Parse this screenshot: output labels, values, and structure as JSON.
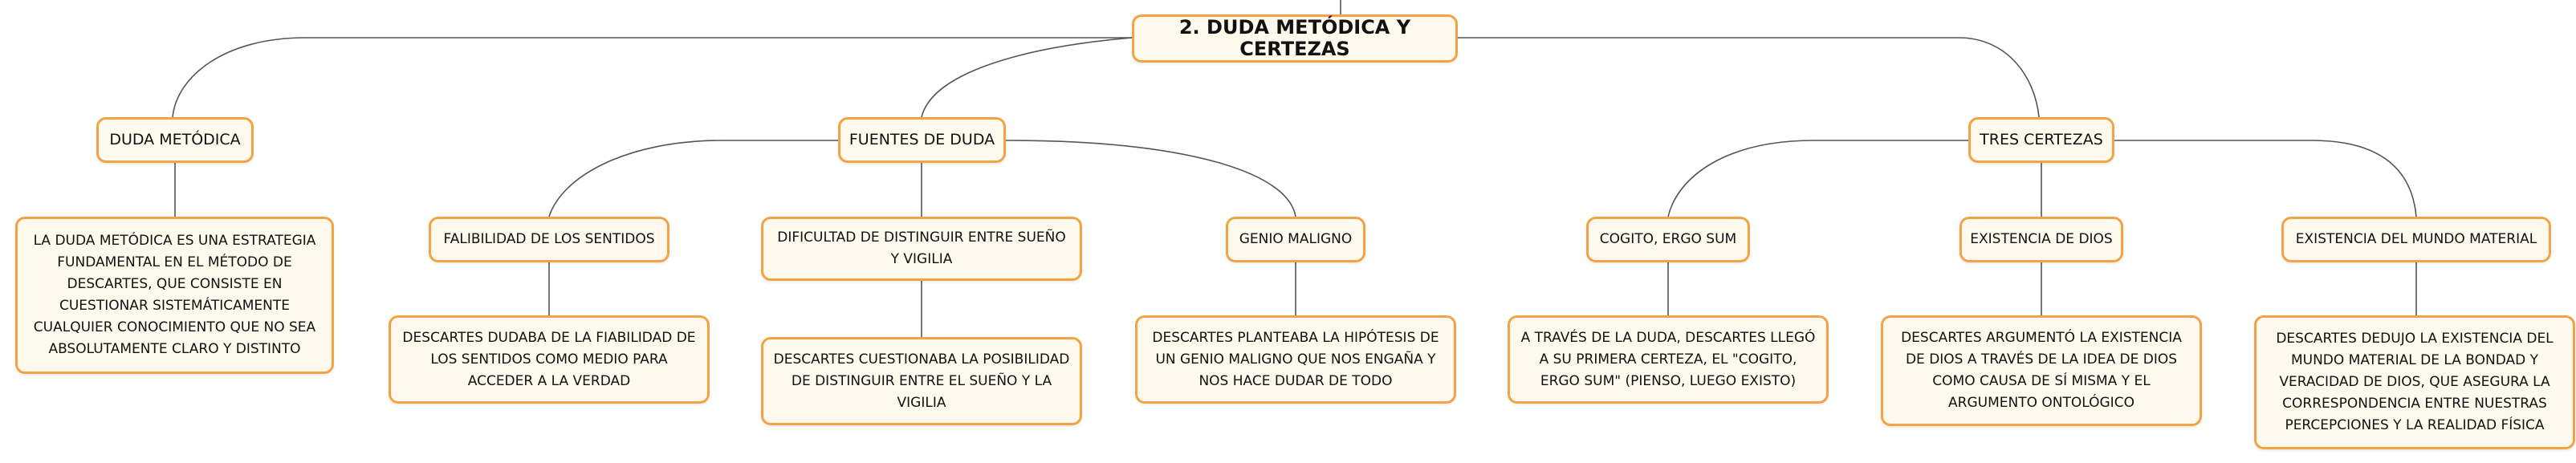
{
  "diagram": {
    "root": "2. DUDA METÓDICA Y CERTEZAS",
    "duda": {
      "title": "DUDA METÓDICA",
      "desc": "LA DUDA METÓDICA ES UNA ESTRATEGIA FUNDAMENTAL EN EL MÉTODO DE DESCARTES, QUE CONSISTE EN CUESTIONAR SISTEMÁTICAMENTE CUALQUIER CONOCIMIENTO QUE NO SEA ABSOLUTAMENTE CLARO Y DISTINTO"
    },
    "fuentes": {
      "title": "FUENTES DE DUDA",
      "items": [
        {
          "title": "FALIBILIDAD DE LOS SENTIDOS",
          "desc": "DESCARTES DUDABA DE LA FIABILIDAD DE LOS SENTIDOS COMO MEDIO PARA ACCEDER A LA VERDAD"
        },
        {
          "title": "DIFICULTAD DE DISTINGUIR ENTRE SUEÑO Y VIGILIA",
          "desc": "DESCARTES CUESTIONABA LA POSIBILIDAD DE DISTINGUIR ENTRE EL SUEÑO Y LA VIGILIA"
        },
        {
          "title": "GENIO MALIGNO",
          "desc": "DESCARTES PLANTEABA LA HIPÓTESIS DE UN GENIO MALIGNO QUE NOS ENGAÑA Y NOS HACE DUDAR DE TODO"
        }
      ]
    },
    "certezas": {
      "title": "TRES CERTEZAS",
      "items": [
        {
          "title": "COGITO, ERGO SUM",
          "desc": "A TRAVÉS DE LA DUDA, DESCARTES LLEGÓ A SU PRIMERA CERTEZA, EL \"COGITO, ERGO SUM\" (PIENSO, LUEGO EXISTO)"
        },
        {
          "title": "EXISTENCIA DE DIOS",
          "desc": "DESCARTES ARGUMENTÓ LA EXISTENCIA DE DIOS A TRAVÉS DE LA IDEA DE DIOS COMO CAUSA DE SÍ MISMA Y EL ARGUMENTO ONTOLÓGICO"
        },
        {
          "title": "EXISTENCIA DEL MUNDO MATERIAL",
          "desc": "DESCARTES DEDUJO LA EXISTENCIA DEL MUNDO MATERIAL DE LA BONDAD Y VERACIDAD DE DIOS, QUE ASEGURA LA CORRESPONDENCIA ENTRE NUESTRAS PERCEPCIONES Y LA REALIDAD FÍSICA"
        }
      ]
    }
  },
  "colors": {
    "node_border": "#f2a444",
    "node_fill": "#fff8ed",
    "edge": "#555555"
  }
}
